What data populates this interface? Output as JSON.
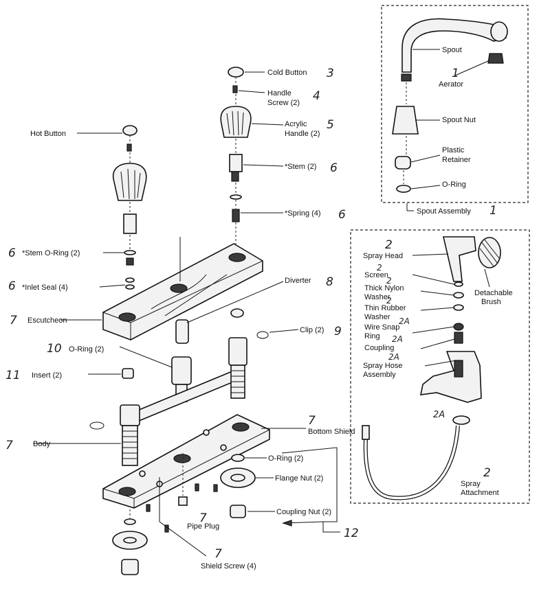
{
  "labels": {
    "cold_button": "Cold Button",
    "handle_screw_1": "Handle",
    "handle_screw_2": "Screw (2)",
    "acrylic_handle_1": "Acrylic",
    "acrylic_handle_2": "Handle (2)",
    "stem": "*Stem (2)",
    "spring": "*Spring (4)",
    "hot_button": "Hot Button",
    "stem_oring": "*Stem O-Ring (2)",
    "inlet_seal": "*Inlet Seal (4)",
    "escutcheon": "Escutcheon",
    "diverter": "Diverter",
    "clip": "Clip (2)",
    "oring_center": "O-Ring (2)",
    "insert": "Insert (2)",
    "body": "Body",
    "bottom_shield": "Bottom Shield",
    "oring_lower": "O-Ring (2)",
    "flange_nut": "Flange Nut (2)",
    "coupling_nut": "Coupling Nut (2)",
    "pipe_plug": "Pipe Plug",
    "shield_screw": "Shield Screw (4)",
    "spout": "Spout",
    "aerator": "Aerator",
    "spout_nut": "Spout Nut",
    "plastic_retainer_1": "Plastic",
    "plastic_retainer_2": "Retainer",
    "spout_oring": "O-Ring",
    "spout_assembly": "Spout Assembly",
    "spray_head": "Spray Head",
    "screen": "Screen",
    "thick_washer_1": "Thick Nylon",
    "thick_washer_2": "Washer",
    "thin_washer_1": "Thin Rubber",
    "thin_washer_2": "Washer",
    "wire_snap_1": "Wire Snap",
    "wire_snap_2": "Ring",
    "coupling": "Coupling",
    "spray_hose_1": "Spray Hose",
    "spray_hose_2": "Assembly",
    "detachable_1": "Detachable",
    "detachable_2": "Brush",
    "spray_attach": "Spray",
    "spray_attach_2": "Attachment"
  },
  "handwritten": {
    "n_cold": "3",
    "n_screw": "4",
    "n_handle": "5",
    "n_stem": "6",
    "n_spring": "6",
    "n_stem_oring": "6",
    "n_inlet": "6",
    "n_escutcheon": "7",
    "n_diverter": "8",
    "n_clip": "9",
    "n_oring": "10",
    "n_insert": "11",
    "n_body": "7",
    "n_bottom_shield": "7",
    "n_pipe_plug": "7",
    "n_shield_screw": "7",
    "n_coupling_nut": "12",
    "n_aerator": "1",
    "n_spout_assembly": "1",
    "n_spray_head": "2",
    "n_screen": "2",
    "n_thick": "2",
    "n_thin": "2",
    "n_wire": "2A",
    "n_coupling": "2A",
    "n_hose": "2A",
    "n_2a_lower": "2A",
    "n_spray_attach": "2"
  }
}
